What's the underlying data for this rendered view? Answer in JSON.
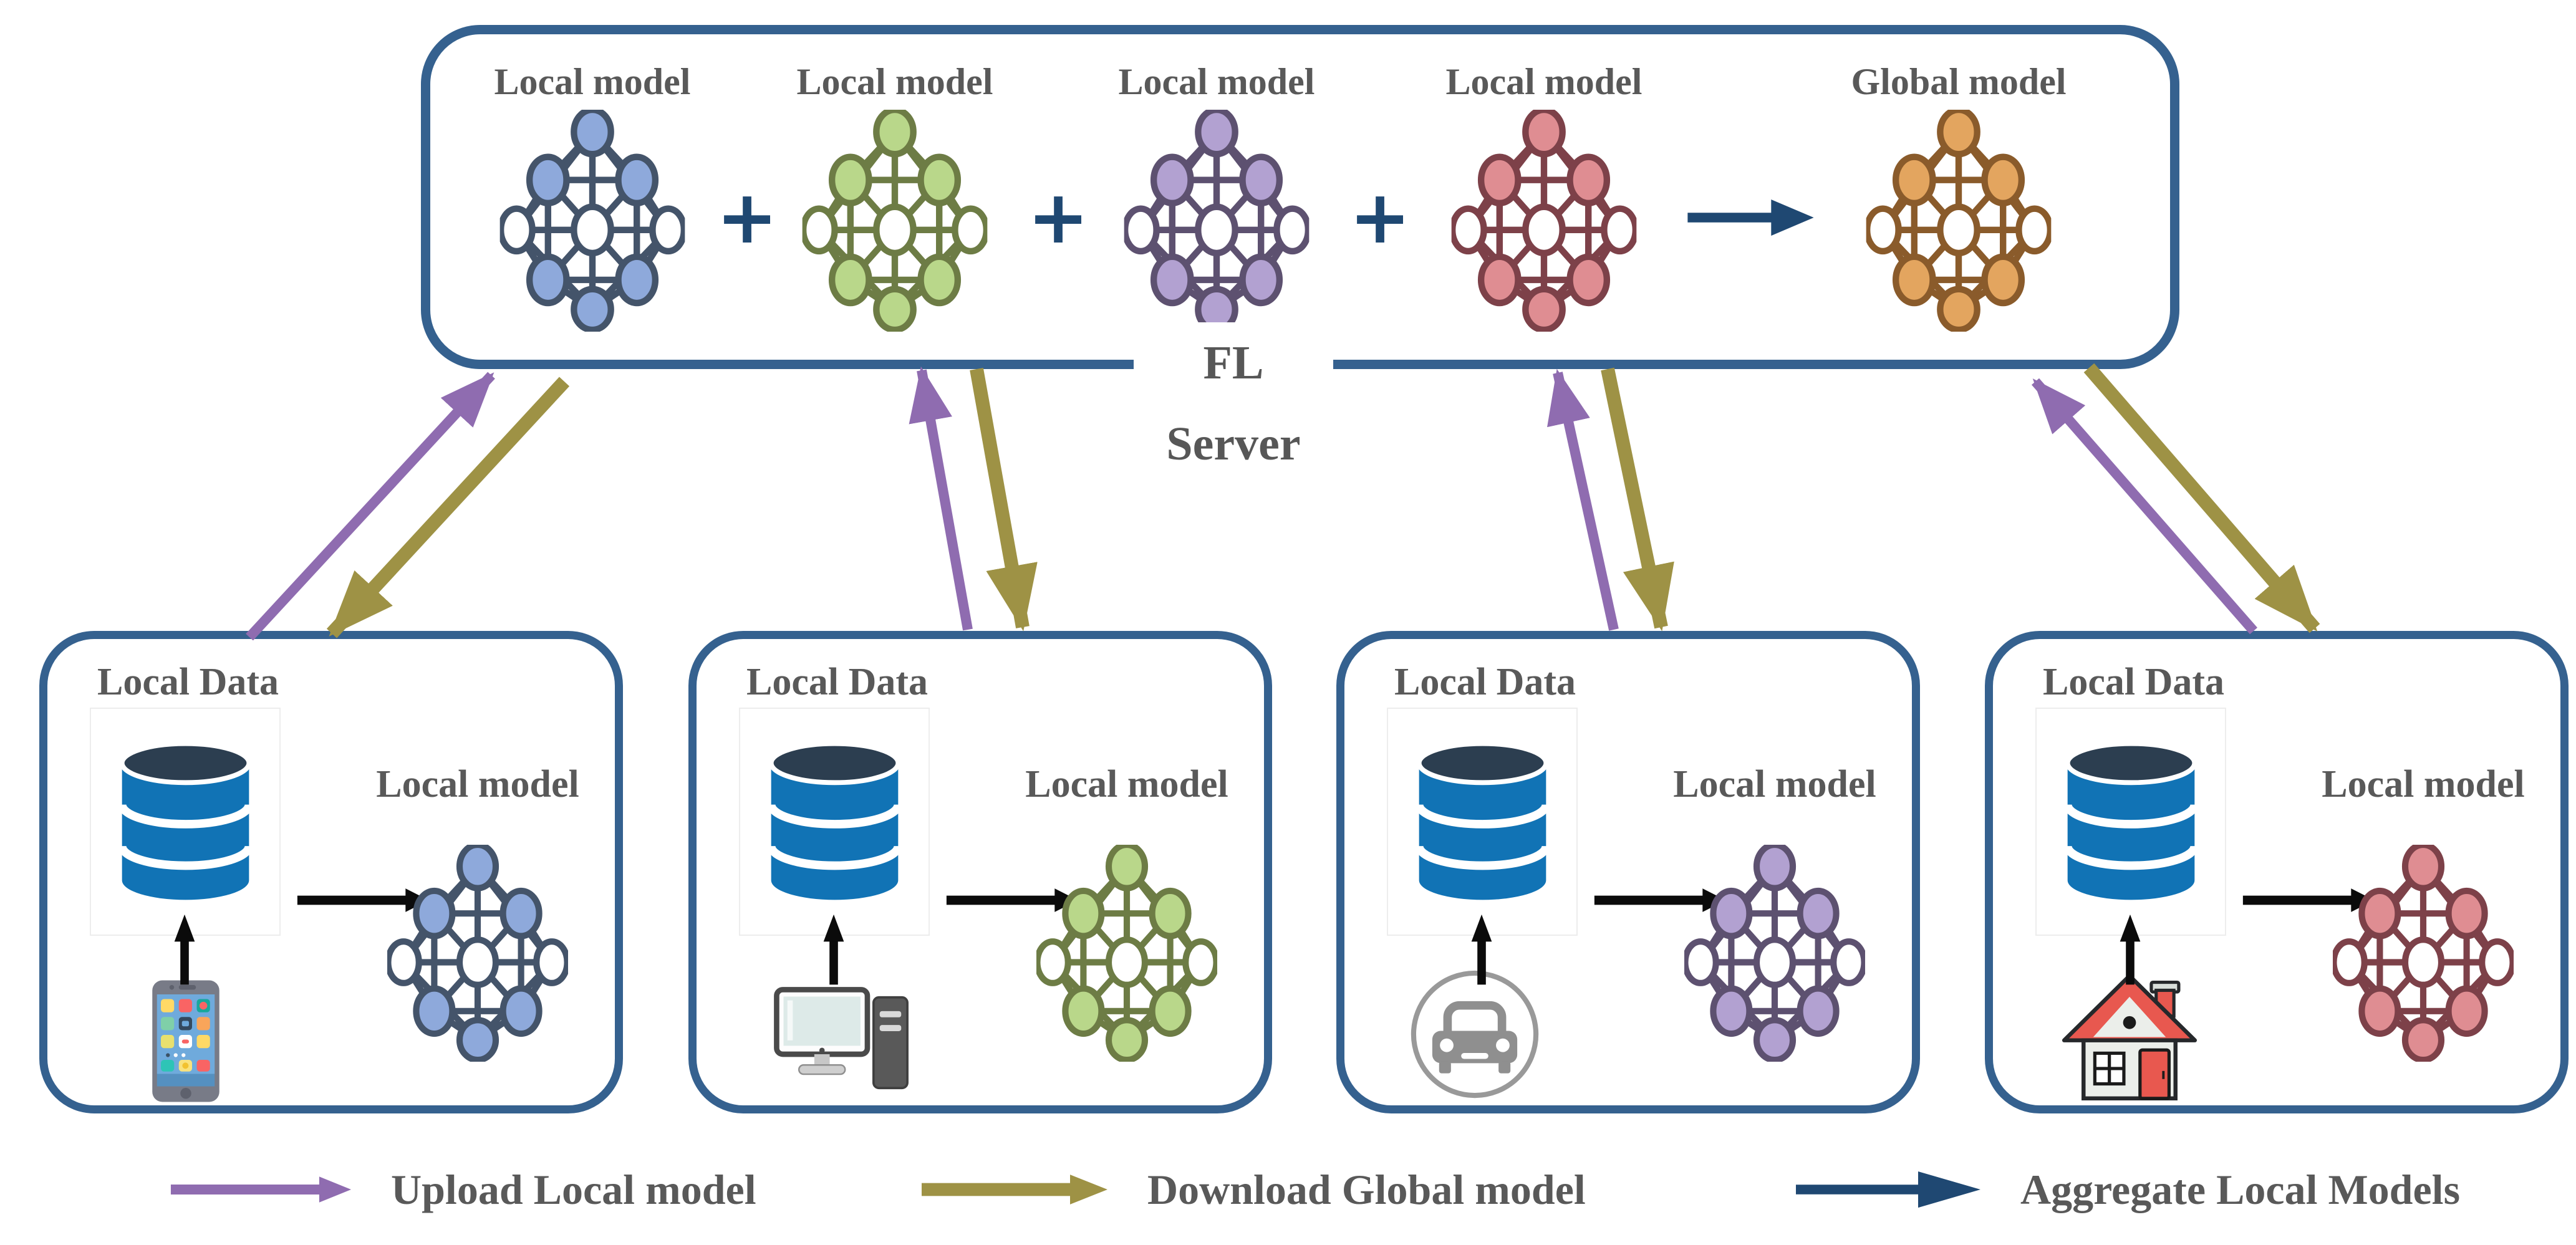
{
  "title": "Federated Learning architecture diagram",
  "server": {
    "label": "FL Server",
    "models": [
      {
        "label": "Local model",
        "color_name": "blue",
        "node_fill": "#8EA9DB",
        "edge_stroke": "#44546A"
      },
      {
        "label": "Local model",
        "color_name": "green",
        "node_fill": "#B9D78A",
        "edge_stroke": "#6D7C45"
      },
      {
        "label": "Local model",
        "color_name": "purple",
        "node_fill": "#B2A1D1",
        "edge_stroke": "#5D5170"
      },
      {
        "label": "Local model",
        "color_name": "red",
        "node_fill": "#DF8D92",
        "edge_stroke": "#7D4149"
      },
      {
        "label": "Global model",
        "color_name": "orange",
        "node_fill": "#E3A55F",
        "edge_stroke": "#8A5B2B"
      }
    ],
    "operators": [
      "+",
      "+",
      "+"
    ]
  },
  "clients": [
    {
      "data_label": "Local Data",
      "model_label": "Local model",
      "device": "smartphone",
      "color_name": "blue"
    },
    {
      "data_label": "Local Data",
      "model_label": "Local model",
      "device": "desktop-computer",
      "color_name": "green"
    },
    {
      "data_label": "Local Data",
      "model_label": "Local model",
      "device": "car",
      "color_name": "purple"
    },
    {
      "data_label": "Local Data",
      "model_label": "Local model",
      "device": "house",
      "color_name": "red"
    }
  ],
  "legend": {
    "items": [
      {
        "label": "Upload Local model",
        "arrow_color": "#8F6CB0",
        "meaning": "client uploads local model to FL server"
      },
      {
        "label": "Download Global model",
        "arrow_color": "#9E9245",
        "meaning": "client downloads global model from FL server"
      },
      {
        "label": "Aggregate Local Models",
        "arrow_color": "#1F4872",
        "meaning": "server aggregates local models into global model"
      }
    ]
  },
  "colors": {
    "box_border": "#35618F",
    "label_gray": "#595959",
    "plus_sign_navy": "#1F4872",
    "upload_arrow_purple": "#8F6CB0",
    "download_arrow_olive": "#9E9245",
    "aggregate_arrow_navy": "#1F4872",
    "database_body_blue": "#1173B5",
    "database_top_navy": "#2C3E50",
    "black_arrow": "#0b0b0b"
  }
}
